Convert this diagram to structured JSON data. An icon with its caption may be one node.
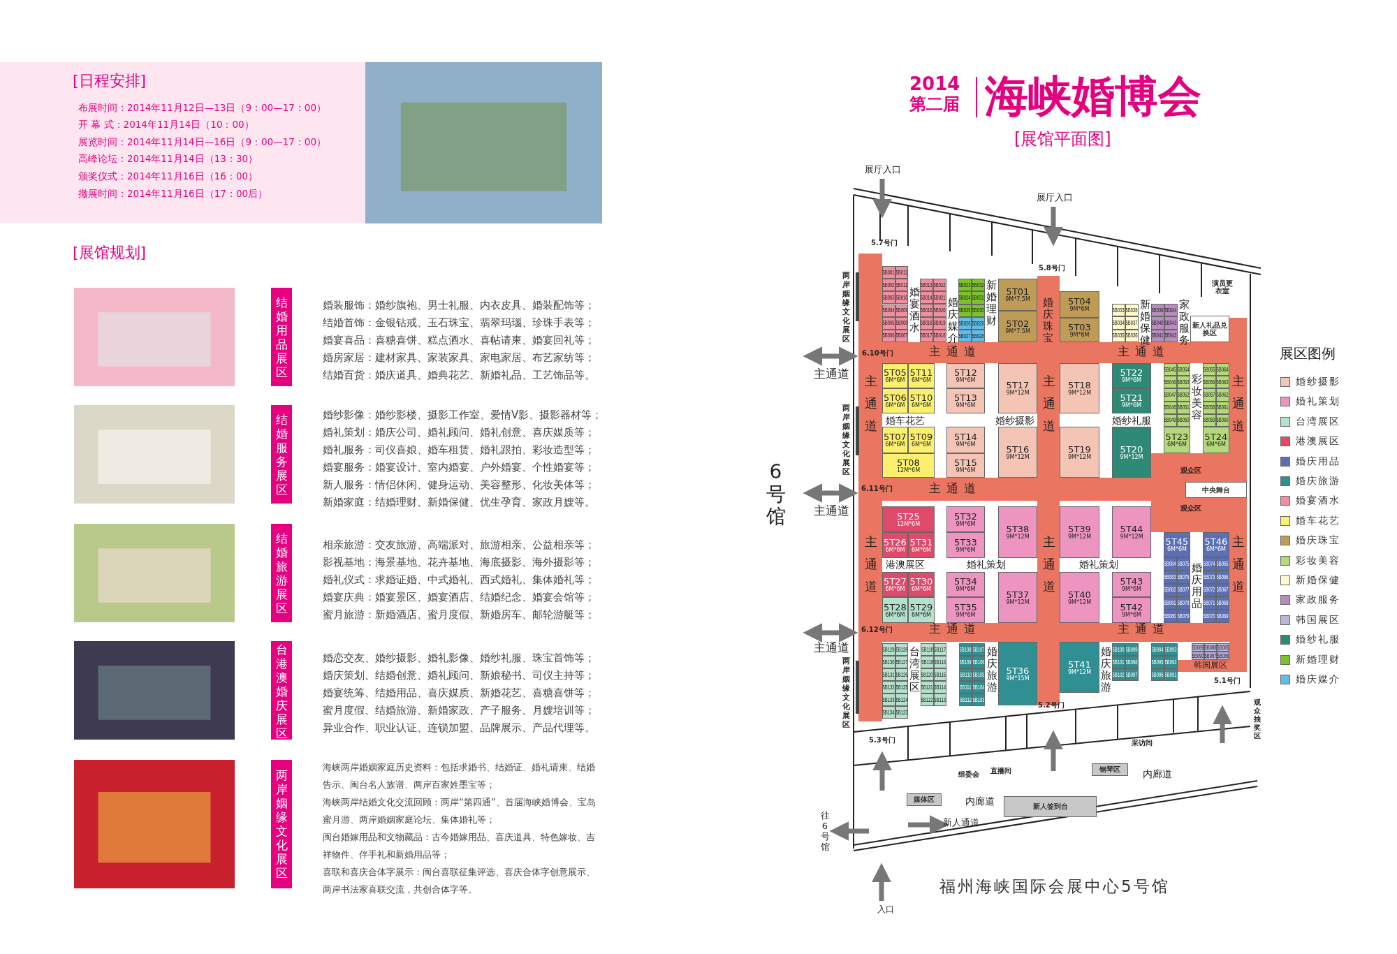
{
  "diagram": {
    "title": "海峡婚博会",
    "caption": "福州海峡国际会展中心5号馆",
    "nodes": [
      {
        "text": [
          "[日程安排]",
          "布展时间：2014年11月12日—13日（9：00—17：00）",
          "开 幕 式：2014年11月14日（10：00）",
          "展览时间：2014年11月14日—16日（9：00—17：00）",
          "高峰论坛：2014年11月14日（13：30）",
          "颁奖仪式：2014年11月16日（16：00）",
          "撤展时间：2014年11月16日（17：00后）"
        ]
      },
      {
        "text": [
          "结婚用品展区"
        ],
        "beside": [
          "婚装服饰：婚纱旗袍、男士礼服、内衣皮具、婚装配饰等；",
          "结婚首饰：金银钻戒、玉石珠宝、翡翠玛瑙、珍珠手表等；",
          "婚宴喜品：喜糖喜饼、糕点酒水、喜帖请柬、婚宴回礼等；",
          "婚房家居：建材家具、家装家具、家电家居、布艺家纺等；",
          "结婚百货：婚庆道具、婚典花艺、新婚礼品、工艺饰品等。"
        ]
      },
      {
        "text": [
          "结婚服务展区"
        ],
        "beside": [
          "婚纱影像：婚纱影楼、摄影工作室、爱情V影、摄影器材等；",
          "婚礼策划：婚庆公司、婚礼顾问、婚礼创意、喜庆媒质等；",
          "婚礼服务：司仪喜娘、婚车租赁、婚礼跟拍、彩妆造型等；",
          "婚宴服务：婚宴设计、室内婚宴、户外婚宴、个性婚宴等；",
          "新人服务：情侣休闲、健身运动、美容整形、化妆美体等；",
          "新婚家庭：结婚理财、新婚保健、优生孕育、家政月嫂等。"
        ]
      },
      {
        "text": [
          "结婚旅游展区"
        ],
        "beside": [
          "相亲旅游：交友旅游、高端派对、旅游相亲、公益相亲等；",
          "影视基地：海景基地、花卉基地、海底摄影、海外摄影等；",
          "婚礼仪式：求婚证婚、中式婚礼、西式婚礼、集体婚礼等；",
          "婚宴庆典：婚宴景区、婚宴酒店、结婚纪念、婚宴会馆等；",
          "蜜月旅游：新婚酒店、蜜月度假、新婚房车、邮轮游艇等；"
        ]
      },
      {
        "text": [
          "台港澳婚庆展区"
        ],
        "beside": [
          "婚恋交友、婚纱摄影、婚礼影像、婚纱礼服、珠宝首饰等；",
          "婚庆策划、结婚创意、婚礼顾问、新娘秘书、司仪主持等；",
          "婚宴统筹、结婚用品、喜庆媒质、新婚花艺、喜糖喜饼等；",
          "蜜月度假、结婚旅游、新婚家政、产子服务、月嫂培训等；",
          "异业合作、职业认证、连锁加盟、品牌展示、产品代理等。"
        ]
      },
      {
        "text": [
          "两岸姻缘文化展区"
        ],
        "beside": [
          "海峡两岸婚姻家庭历史资料：包括求婚书、结婚证、婚礼请柬、结婚告示、闽台名人族谱、两岸百家姓墨宝等；",
          "海峡两岸结婚文化交流回顾：两岸“第四通”、首届海峡婚博会、宝岛蜜月游、两岸婚姻家庭论坛、集体婚礼等；",
          "闽台婚嫁用品和文物藏品：古今婚嫁用品、喜庆道具、特色嫁妆、吉祥物件、伴手礼和新婚用品等；",
          "喜联和喜庆合体字展示：闽台喜联征集评选、喜庆合体字创意展示、两岸书法家喜联交流，共创合体字等。"
        ]
      },
      {
        "text": [
          "5B001"
        ]
      },
      {
        "text": [
          "5B012"
        ]
      },
      {
        "text": [
          "5B002"
        ]
      },
      {
        "text": [
          "5B011"
        ]
      },
      {
        "text": [
          "5B003"
        ]
      },
      {
        "text": [
          "5B010"
        ]
      },
      {
        "text": [
          "5B004"
        ]
      },
      {
        "text": [
          "5B009"
        ]
      },
      {
        "text": [
          "5B005"
        ]
      },
      {
        "text": [
          "5B008"
        ]
      },
      {
        "text": [
          "5B006"
        ]
      },
      {
        "text": [
          "5B007"
        ]
      },
      {
        "text": [
          "5B013"
        ]
      },
      {
        "text": [
          "5B022"
        ]
      },
      {
        "text": [
          "5B014"
        ]
      },
      {
        "text": [
          "5B021"
        ]
      },
      {
        "text": [
          "5B015"
        ]
      },
      {
        "text": [
          "5B020"
        ]
      },
      {
        "text": [
          "5B016"
        ]
      },
      {
        "text": [
          "5B019"
        ]
      },
      {
        "text": [
          "5B017"
        ]
      },
      {
        "text": [
          "5B018"
        ]
      },
      {
        "text": [
          "5B023"
        ]
      },
      {
        "text": [
          "5B032"
        ]
      },
      {
        "text": [
          "5B024"
        ]
      },
      {
        "text": [
          "5B031"
        ]
      },
      {
        "text": [
          "5B025"
        ]
      },
      {
        "text": [
          "5B030"
        ]
      },
      {
        "text": [
          "5B026"
        ]
      },
      {
        "text": [
          "5B029"
        ]
      },
      {
        "text": [
          "5B027"
        ]
      },
      {
        "text": [
          "5B028"
        ]
      },
      {
        "text": [
          "5T01",
          "9M*7.5M"
        ]
      },
      {
        "text": [
          "5T02",
          "9M*7.5M"
        ]
      },
      {
        "text": [
          "5T04",
          "9M*6M"
        ]
      },
      {
        "text": [
          "5T03",
          "9M*6M"
        ]
      },
      {
        "text": [
          "5B033"
        ]
      },
      {
        "text": [
          "5B038"
        ]
      },
      {
        "text": [
          "5B034"
        ]
      },
      {
        "text": [
          "5B037"
        ]
      },
      {
        "text": [
          "5B035"
        ]
      },
      {
        "text": [
          "5B036"
        ]
      },
      {
        "text": [
          "5B039"
        ]
      },
      {
        "text": [
          "5B044"
        ]
      },
      {
        "text": [
          "5B040"
        ]
      },
      {
        "text": [
          "5B043"
        ]
      },
      {
        "text": [
          "5B041"
        ]
      },
      {
        "text": [
          "5B042"
        ]
      },
      {
        "text": [
          "新人礼品兑换区"
        ]
      },
      {
        "text": [
          "5T05",
          "6M*6M"
        ]
      },
      {
        "text": [
          "5T11",
          "6M*6M"
        ]
      },
      {
        "text": [
          "5T06",
          "6M*6M"
        ]
      },
      {
        "text": [
          "5T10",
          "6M*6M"
        ]
      },
      {
        "text": [
          "5T07",
          "6M*6M"
        ]
      },
      {
        "text": [
          "5T09",
          "6M*6M"
        ]
      },
      {
        "text": [
          "5T08",
          "12M*6M"
        ]
      },
      {
        "text": [
          "5T12",
          "9M*6M"
        ]
      },
      {
        "text": [
          "5T13",
          "9M*6M"
        ]
      },
      {
        "text": [
          "5T14",
          "9M*6M"
        ]
      },
      {
        "text": [
          "5T15",
          "9M*6M"
        ]
      },
      {
        "text": [
          "5T17",
          "9M*12M"
        ]
      },
      {
        "text": [
          "5T16",
          "9M*12M"
        ]
      },
      {
        "text": [
          "5T18",
          "9M*12M"
        ]
      },
      {
        "text": [
          "5T19",
          "9M*12M"
        ]
      },
      {
        "text": [
          "5T22",
          "9M*6M"
        ]
      },
      {
        "text": [
          "5T21",
          "9M*6M"
        ]
      },
      {
        "text": [
          "5T20",
          "9M*12M"
        ]
      },
      {
        "text": [
          "5B045"
        ]
      },
      {
        "text": [
          "5B054"
        ]
      },
      {
        "text": [
          "5B046"
        ]
      },
      {
        "text": [
          "5B053"
        ]
      },
      {
        "text": [
          "5B047"
        ]
      },
      {
        "text": [
          "5B052"
        ]
      },
      {
        "text": [
          "5B048"
        ]
      },
      {
        "text": [
          "5B051"
        ]
      },
      {
        "text": [
          "5B049"
        ]
      },
      {
        "text": [
          "5B050"
        ]
      },
      {
        "text": [
          "5T23",
          "6M*6M"
        ]
      },
      {
        "text": [
          "5B055"
        ]
      },
      {
        "text": [
          "5B064"
        ]
      },
      {
        "text": [
          "5B056"
        ]
      },
      {
        "text": [
          "5B063"
        ]
      },
      {
        "text": [
          "5B057"
        ]
      },
      {
        "text": [
          "5B062"
        ]
      },
      {
        "text": [
          "5B058"
        ]
      },
      {
        "text": [
          "5B061"
        ]
      },
      {
        "text": [
          "5B059"
        ]
      },
      {
        "text": [
          "5B060"
        ]
      },
      {
        "text": [
          "5T24",
          "6M*6M"
        ]
      },
      {
        "text": [
          "中央舞台"
        ]
      },
      {
        "text": [
          "5T25",
          "12M*6M"
        ]
      },
      {
        "text": [
          "5T26",
          "6M*6M"
        ]
      },
      {
        "text": [
          "5T31",
          "6M*6M"
        ]
      },
      {
        "text": [
          "5T27",
          "6M*6M"
        ]
      },
      {
        "text": [
          "5T30",
          "6M*6M"
        ]
      },
      {
        "text": [
          "5T28",
          "6M*6M"
        ]
      },
      {
        "text": [
          "5T29",
          "6M*6M"
        ]
      },
      {
        "text": [
          "5T32",
          "9M*6M"
        ]
      },
      {
        "text": [
          "5T33",
          "9M*6M"
        ]
      },
      {
        "text": [
          "5T34",
          "9M*6M"
        ]
      },
      {
        "text": [
          "5T35",
          "9M*6M"
        ]
      },
      {
        "text": [
          "5T38",
          "9M*12M"
        ]
      },
      {
        "text": [
          "5T37",
          "9M*12M"
        ]
      },
      {
        "text": [
          "5T39",
          "9M*12M"
        ]
      },
      {
        "text": [
          "5T40",
          "9M*12M"
        ]
      },
      {
        "text": [
          "5T44",
          "9M*12M"
        ]
      },
      {
        "text": [
          "5T43",
          "9M*6M"
        ]
      },
      {
        "text": [
          "5T42",
          "9M*6M"
        ]
      },
      {
        "text": [
          "5T45",
          "6M*6M"
        ]
      },
      {
        "text": [
          "5B084"
        ]
      },
      {
        "text": [
          "5B075"
        ]
      },
      {
        "text": [
          "5B083"
        ]
      },
      {
        "text": [
          "5B076"
        ]
      },
      {
        "text": [
          "5B082"
        ]
      },
      {
        "text": [
          "5B077"
        ]
      },
      {
        "text": [
          "5B081"
        ]
      },
      {
        "text": [
          "5B078"
        ]
      },
      {
        "text": [
          "5B080"
        ]
      },
      {
        "text": [
          "5B079"
        ]
      },
      {
        "text": [
          "5T46",
          "6M*6M"
        ]
      },
      {
        "text": [
          "5B074"
        ]
      },
      {
        "text": [
          "5B065"
        ]
      },
      {
        "text": [
          "5B073"
        ]
      },
      {
        "text": [
          "5B066"
        ]
      },
      {
        "text": [
          "5B072"
        ]
      },
      {
        "text": [
          "5B067"
        ]
      },
      {
        "text": [
          "5B071"
        ]
      },
      {
        "text": [
          "5B068"
        ]
      },
      {
        "text": [
          "5B070"
        ]
      },
      {
        "text": [
          "5B069"
        ]
      },
      {
        "text": [
          "5B129"
        ]
      },
      {
        "text": [
          "5B128"
        ]
      },
      {
        "text": [
          "5B130"
        ]
      },
      {
        "text": [
          "5B127"
        ]
      },
      {
        "text": [
          "5B131"
        ]
      },
      {
        "text": [
          "5B126"
        ]
      },
      {
        "text": [
          "5B132"
        ]
      },
      {
        "text": [
          "5B125"
        ]
      },
      {
        "text": [
          "5B133"
        ]
      },
      {
        "text": [
          "5B124"
        ]
      },
      {
        "text": [
          "5B134"
        ]
      },
      {
        "text": [
          "5B123"
        ]
      },
      {
        "text": [
          "5B118"
        ]
      },
      {
        "text": [
          "5B117"
        ]
      },
      {
        "text": [
          "5B119"
        ]
      },
      {
        "text": [
          "5B116"
        ]
      },
      {
        "text": [
          "5B120"
        ]
      },
      {
        "text": [
          "5B115"
        ]
      },
      {
        "text": [
          "5B121"
        ]
      },
      {
        "text": [
          "5B114"
        ]
      },
      {
        "text": [
          "5B122"
        ]
      },
      {
        "text": [
          "5B113"
        ]
      },
      {
        "text": [
          "5B108"
        ]
      },
      {
        "text": [
          "5B107"
        ]
      },
      {
        "text": [
          "5B109"
        ]
      },
      {
        "text": [
          "5B106"
        ]
      },
      {
        "text": [
          "5B110"
        ]
      },
      {
        "text": [
          "5B105"
        ]
      },
      {
        "text": [
          "5B111"
        ]
      },
      {
        "text": [
          "5B104"
        ]
      },
      {
        "text": [
          "5B112"
        ]
      },
      {
        "text": [
          "5B103"
        ]
      },
      {
        "text": [
          "5T36",
          "9M*15M"
        ]
      },
      {
        "text": [
          "5T41",
          "9M*12M"
        ]
      },
      {
        "text": [
          "5B100"
        ]
      },
      {
        "text": [
          "5B099"
        ]
      },
      {
        "text": [
          "5B101"
        ]
      },
      {
        "text": [
          "5B098"
        ]
      },
      {
        "text": [
          "5B102"
        ]
      },
      {
        "text": [
          "5B097"
        ]
      },
      {
        "text": [
          "5B094"
        ]
      },
      {
        "text": [
          "5B093"
        ]
      },
      {
        "text": [
          "5B095"
        ]
      },
      {
        "text": [
          "5B092"
        ]
      },
      {
        "text": [
          "5B096"
        ]
      },
      {
        "text": [
          "5B091"
        ]
      },
      {
        "text": [
          "5B089"
        ]
      },
      {
        "text": [
          "5B088"
        ]
      },
      {
        "text": [
          "5B085"
        ]
      },
      {
        "text": [
          "5B090"
        ]
      },
      {
        "text": [
          "5B087"
        ]
      },
      {
        "text": [
          "5B086"
        ]
      },
      {
        "text": [
          "钢琴区"
        ]
      },
      {
        "text": [
          "媒体区"
        ]
      },
      {
        "text": [
          "新人签到台"
        ]
      }
    ],
    "labels": [
      "[展馆规划]",
      "2014",
      "第二届",
      "[展馆平面图]",
      "展厅入口",
      "展厅入口",
      "5.7号门",
      "5.8号门",
      "演员更衣室",
      "两岸姻缘文化展区",
      "婚宴酒水",
      "婚庆媒介",
      "新婚理财",
      "婚庆珠宝",
      "新婚保健",
      "家政服务",
      "6.10号门",
      "主通道",
      "主通道",
      "主通道",
      "两岸姻缘文化展区",
      "主通道",
      "婚车花艺",
      "婚纱摄影",
      "主通道",
      "婚纱礼服",
      "彩妆美容",
      "主通道",
      "观众区",
      "6号馆",
      "6.11号门",
      "主通道",
      "观众区",
      "主通道",
      "主通道",
      "港澳展区",
      "婚礼策划",
      "主通道",
      "婚礼策划",
      "婚庆用品",
      "主通道",
      "6.12号门",
      "主通道",
      "主通道",
      "主通道",
      "两岸姻缘文化展区",
      "台湾展区",
      "婚庆旅游",
      "婚庆旅游",
      "韩国展区",
      "5.1号门",
      "5.2号门",
      "5.3号门",
      "采访间",
      "观众抽奖区",
      "组委会",
      "直播间",
      "内廊道",
      "内廊道",
      "往6号馆",
      "新人通道",
      "入口",
      "展区图例"
    ],
    "legend": [
      {
        "text": "婚纱摄影",
        "color": "#f4c4b4"
      },
      {
        "text": "婚礼策划",
        "color": "#ee94c0"
      },
      {
        "text": "台湾展区",
        "color": "#b4e0cc"
      },
      {
        "text": "港澳展区",
        "color": "#e04a6a"
      },
      {
        "text": "婚庆用品",
        "color": "#5b6fb5"
      },
      {
        "text": "婚庆旅游",
        "color": "#2f8f92"
      },
      {
        "text": "婚宴酒水",
        "color": "#f08fa0"
      },
      {
        "text": "婚车花艺",
        "color": "#fbf06e"
      },
      {
        "text": "婚庆珠宝",
        "color": "#bf9b58"
      },
      {
        "text": "彩妆美容",
        "color": "#b5d87a"
      },
      {
        "text": "新婚保健",
        "color": "#fef8cc"
      },
      {
        "text": "家政服务",
        "color": "#b98cc0"
      },
      {
        "text": "韩国展区",
        "color": "#bdb4dc"
      },
      {
        "text": "婚纱礼服",
        "color": "#2e8a76"
      },
      {
        "text": "新婚理财",
        "color": "#7cc229"
      },
      {
        "text": "婚庆媒介",
        "color": "#5fbde8"
      }
    ]
  }
}
